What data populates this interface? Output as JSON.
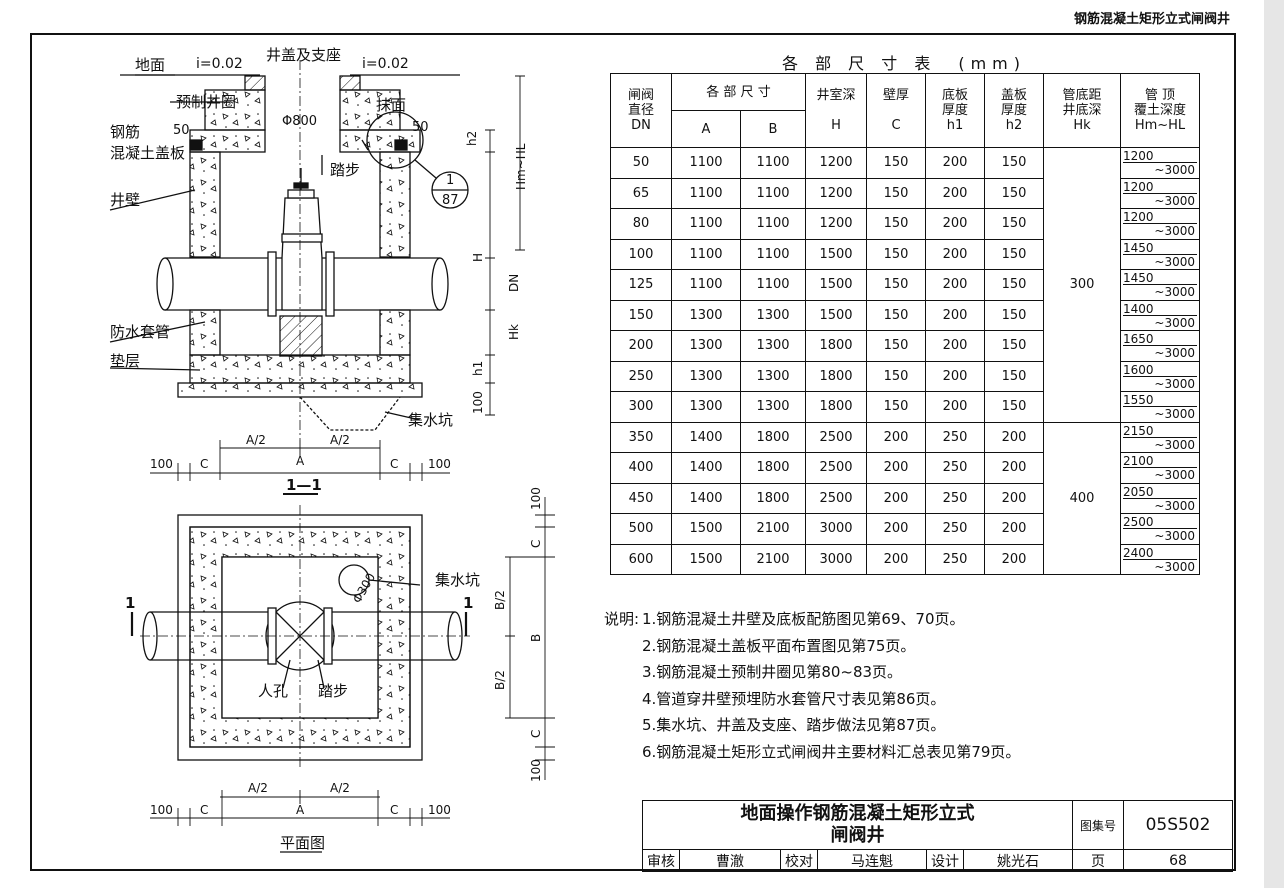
{
  "page": {
    "top_title": "钢筋混凝土矩形立式闸阀井"
  },
  "drawing": {
    "section_labels": {
      "ground": "地面",
      "slope_left": "i=0.02",
      "cover_seat": "井盖及支座",
      "slope_right": "i=0.02",
      "precast_ring": "预制井圈",
      "plaster": "抹面",
      "rc_cover_slab_1": "钢筋",
      "rc_cover_slab_2": "混凝土盖板",
      "dim_50_left": "50",
      "diameter_800": "Φ800",
      "dim_50_right": "50",
      "step": "踏步",
      "detail_num": "1",
      "detail_page": "87",
      "wall": "井壁",
      "waterproof_sleeve": "防水套管",
      "cushion": "垫层",
      "sump": "集水坑",
      "dim_h2": "h2",
      "dim_hm_hl": "Hm~HL",
      "dim_H": "H",
      "dim_DN": "DN",
      "dim_Hk": "Hk",
      "dim_h1": "h1",
      "dim_100": "100",
      "dim_A_half_l": "A/2",
      "dim_A_half_r": "A/2",
      "dim_A": "A",
      "dim_C_l": "C",
      "dim_C_r": "C",
      "dim_100_l": "100",
      "dim_100_r": "100",
      "section_name": "1—1"
    },
    "plan_labels": {
      "sump": "集水坑",
      "sump_dia": "Φ300",
      "manhole": "人孔",
      "step": "踏步",
      "cut_left": "1",
      "cut_right": "1",
      "dim_B_half_top": "B/2",
      "dim_B": "B",
      "dim_B_half_bot": "B/2",
      "dim_C_top": "C",
      "dim_C_bot": "C",
      "dim_100_top": "100",
      "dim_100_bot": "100",
      "dim_A_half_l": "A/2",
      "dim_A_half_r": "A/2",
      "dim_A": "A",
      "dim_C_l": "C",
      "dim_C_r": "C",
      "dim_100_l": "100",
      "dim_100_r": "100",
      "plan_name": "平面图"
    }
  },
  "table": {
    "title": "各 部 尺 寸 表　(mm)",
    "headers": {
      "dn": [
        "闸阀",
        "直径",
        "DN"
      ],
      "dims": "各 部 尺 寸",
      "a": "A",
      "b": "B",
      "h": [
        "井室深",
        "H"
      ],
      "c": [
        "壁厚",
        "C"
      ],
      "h1": [
        "底板",
        "厚度",
        "h1"
      ],
      "h2": [
        "盖板",
        "厚度",
        "h2"
      ],
      "hk": [
        "管底距",
        "井底深",
        "Hk"
      ],
      "cover": [
        "管 顶",
        "覆土深度",
        "Hm~HL"
      ]
    },
    "rows": [
      {
        "dn": "50",
        "a": "1100",
        "b": "1100",
        "h": "1200",
        "c": "150",
        "h1": "200",
        "h2": "150",
        "cover_min": "1200",
        "cover_max": "~3000"
      },
      {
        "dn": "65",
        "a": "1100",
        "b": "1100",
        "h": "1200",
        "c": "150",
        "h1": "200",
        "h2": "150",
        "cover_min": "1200",
        "cover_max": "~3000"
      },
      {
        "dn": "80",
        "a": "1100",
        "b": "1100",
        "h": "1200",
        "c": "150",
        "h1": "200",
        "h2": "150",
        "cover_min": "1200",
        "cover_max": "~3000"
      },
      {
        "dn": "100",
        "a": "1100",
        "b": "1100",
        "h": "1500",
        "c": "150",
        "h1": "200",
        "h2": "150",
        "cover_min": "1450",
        "cover_max": "~3000"
      },
      {
        "dn": "125",
        "a": "1100",
        "b": "1100",
        "h": "1500",
        "c": "150",
        "h1": "200",
        "h2": "150",
        "cover_min": "1450",
        "cover_max": "~3000"
      },
      {
        "dn": "150",
        "a": "1300",
        "b": "1300",
        "h": "1500",
        "c": "150",
        "h1": "200",
        "h2": "150",
        "cover_min": "1400",
        "cover_max": "~3000"
      },
      {
        "dn": "200",
        "a": "1300",
        "b": "1300",
        "h": "1800",
        "c": "150",
        "h1": "200",
        "h2": "150",
        "cover_min": "1650",
        "cover_max": "~3000"
      },
      {
        "dn": "250",
        "a": "1300",
        "b": "1300",
        "h": "1800",
        "c": "150",
        "h1": "200",
        "h2": "150",
        "cover_min": "1600",
        "cover_max": "~3000"
      },
      {
        "dn": "300",
        "a": "1300",
        "b": "1300",
        "h": "1800",
        "c": "150",
        "h1": "200",
        "h2": "150",
        "cover_min": "1550",
        "cover_max": "~3000"
      },
      {
        "dn": "350",
        "a": "1400",
        "b": "1800",
        "h": "2500",
        "c": "200",
        "h1": "250",
        "h2": "200",
        "cover_min": "2150",
        "cover_max": "~3000"
      },
      {
        "dn": "400",
        "a": "1400",
        "b": "1800",
        "h": "2500",
        "c": "200",
        "h1": "250",
        "h2": "200",
        "cover_min": "2100",
        "cover_max": "~3000"
      },
      {
        "dn": "450",
        "a": "1400",
        "b": "1800",
        "h": "2500",
        "c": "200",
        "h1": "250",
        "h2": "200",
        "cover_min": "2050",
        "cover_max": "~3000"
      },
      {
        "dn": "500",
        "a": "1500",
        "b": "2100",
        "h": "3000",
        "c": "200",
        "h1": "250",
        "h2": "200",
        "cover_min": "2500",
        "cover_max": "~3000"
      },
      {
        "dn": "600",
        "a": "1500",
        "b": "2100",
        "h": "3000",
        "c": "200",
        "h1": "250",
        "h2": "200",
        "cover_min": "2400",
        "cover_max": "~3000"
      }
    ],
    "hk_groups": [
      {
        "value": "300",
        "rows": 9
      },
      {
        "value": "400",
        "rows": 5
      }
    ]
  },
  "notes": {
    "label": "说明:",
    "items": [
      "1.钢筋混凝土井壁及底板配筋图见第69、70页。",
      "2.钢筋混凝土盖板平面布置图见第75页。",
      "3.钢筋混凝土预制井圈见第80~83页。",
      "4.管道穿井壁预埋防水套管尺寸表见第86页。",
      "5.集水坑、井盖及支座、踏步做法见第87页。",
      "6.钢筋混凝土矩形立式闸阀井主要材料汇总表见第79页。"
    ]
  },
  "title_block": {
    "title_line1": "地面操作钢筋混凝土矩形立式",
    "title_line2": "闸阀井",
    "atlas_label": "图集号",
    "atlas_no": "05S502",
    "review_label": "审核",
    "reviewer": "曹澈",
    "check_label": "校对",
    "checker": "马连魁",
    "design_label": "设计",
    "designer": "姚光石",
    "page_label": "页",
    "page_no": "68"
  }
}
